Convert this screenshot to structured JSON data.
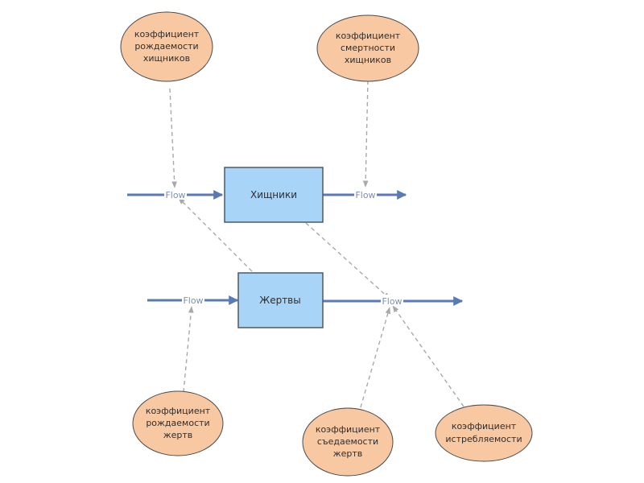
{
  "stocks": {
    "predators": {
      "label": "Хищники"
    },
    "prey": {
      "label": "Жертвы"
    }
  },
  "flows": {
    "predators_in": {
      "label": "Flow"
    },
    "predators_out": {
      "label": "Flow"
    },
    "prey_in": {
      "label": "Flow"
    },
    "prey_out": {
      "label": "Flow"
    }
  },
  "parameters": {
    "predator_birth_rate": {
      "lines": [
        "коэффициент",
        "рождаемости",
        "хищников"
      ]
    },
    "predator_death_rate": {
      "lines": [
        "коэффициент",
        "смертности",
        "хищников"
      ]
    },
    "prey_birth_rate": {
      "lines": [
        "коэффициент",
        "рождаемости",
        "жертв"
      ]
    },
    "prey_eaten_rate": {
      "lines": [
        "коэффициент",
        "съедаемости",
        "жертв"
      ]
    },
    "extermination_rate": {
      "lines": [
        "коэффициент",
        "истребляемости"
      ]
    }
  },
  "colors": {
    "stock_fill": "#a8d4f7",
    "parameter_fill": "#f8c8a2",
    "flow_arrow": "#5a7ab5",
    "link_dash": "#a9a9a9"
  }
}
